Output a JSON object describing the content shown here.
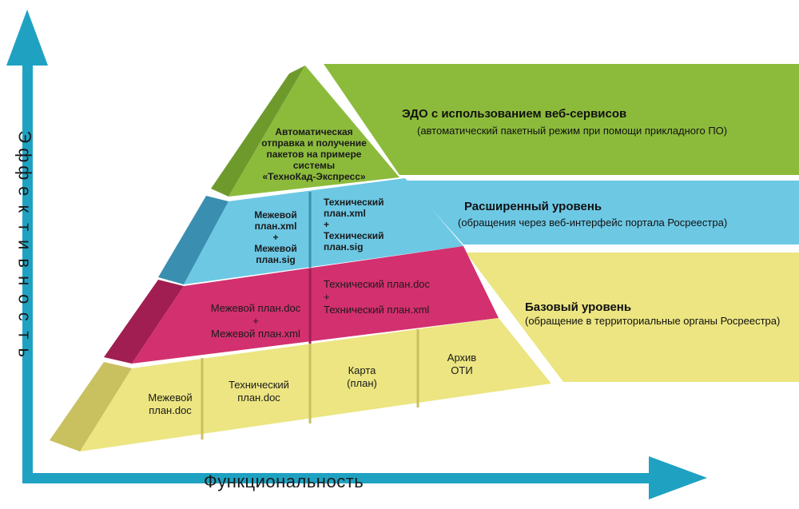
{
  "axes": {
    "y_label": "Эффективность",
    "x_label": "Функциональность"
  },
  "pyramid": {
    "top": {
      "lines": [
        "Автоматическая",
        "отправка и получение",
        "пакетов на примере",
        "системы",
        "«ТехноКад-Экспресс»"
      ]
    },
    "level3": {
      "left": [
        "Межевой",
        "план.xml",
        "+",
        "Межевой",
        "план.sig"
      ],
      "right": [
        "Технический",
        "план.xml",
        "+",
        "Технический",
        "план.sig"
      ]
    },
    "level2": {
      "left": [
        "Межевой план.doc",
        "+",
        "Межевой план.xml"
      ],
      "right": [
        "Технический  план.doc",
        "+",
        "Технический  план.xml"
      ]
    },
    "level1": [
      [
        "Межевой",
        "план.doc"
      ],
      [
        "Технический",
        "план.doc"
      ],
      [
        "Карта",
        "(план)"
      ],
      [
        "Архив",
        "ОТИ"
      ]
    ]
  },
  "bands": [
    {
      "title": "ЭДО с  использованием веб-сервисов",
      "subtitle": "(автоматический пакетный режим при помощи прикладного ПО)",
      "color": "#8cbb3c"
    },
    {
      "title": "Расширенный уровень",
      "subtitle": "(обращения через веб-интерфейс портала Росреестра)",
      "color": "#6dc8e4"
    },
    {
      "title": "Базовый уровень",
      "subtitle": "(обращение в территориальные органы Росреестра)",
      "color": "#ece581"
    }
  ],
  "colors": {
    "axis": "#1fa2c2",
    "green": "#8cbb3c",
    "blue": "#6dc8e4",
    "magenta": "#d3306f",
    "yellow": "#ece581"
  }
}
